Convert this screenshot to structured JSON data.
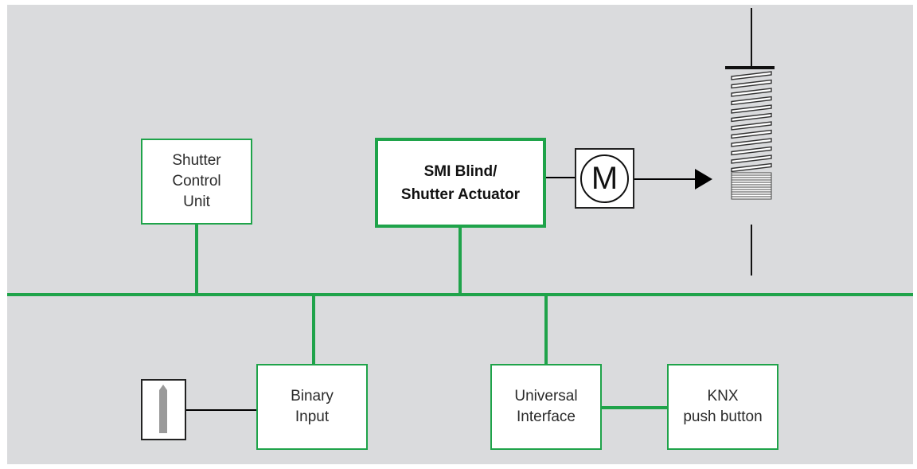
{
  "diagram": {
    "title": "",
    "nodes": {
      "shutter_control_unit": "Shutter\nControl\nUnit",
      "actuator": "SMI Blind/\nShutter Actuator",
      "motor": "M",
      "binary_input": "Binary\nInput",
      "universal_interface": "Universal\nInterface",
      "knx_push_button": "KNX\npush button"
    },
    "icons": [
      "motor-icon",
      "sensor-icon",
      "blind-icon",
      "arrow-icon"
    ],
    "colors": {
      "bus": "#1fa34a",
      "background": "#dadbdd",
      "box_fill": "#ffffff",
      "line": "#000000"
    }
  }
}
